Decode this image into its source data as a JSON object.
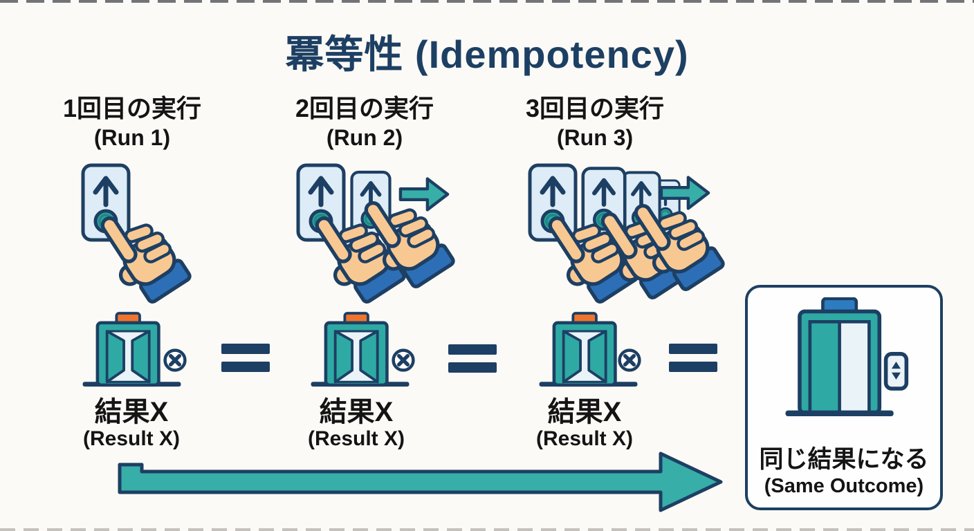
{
  "title": "冪等性 (Idempotency)",
  "columns": [
    {
      "heading": "1回目の実行",
      "sub": "(Run 1)",
      "result": "結果X",
      "result_sub": "(Result X)"
    },
    {
      "heading": "2回目の実行",
      "sub": "(Run 2)",
      "result": "結果X",
      "result_sub": "(Result X)"
    },
    {
      "heading": "3回目の実行",
      "sub": "(Run 3)",
      "result": "結果X",
      "result_sub": "(Result X)"
    }
  ],
  "outcome": {
    "label": "同じ結果になる",
    "sub": "(Same Outcome)"
  },
  "icons": {
    "button_panel": "elevator-up-button-panel",
    "hand": "pressing-hand",
    "small_arrow": "right-arrow",
    "elevator_open": "elevator-doors-open",
    "badge": "circled-x",
    "elevator_closed": "elevator-doors-closed",
    "big_arrow": "same-outcome-arrow"
  },
  "colors": {
    "navy": "#1d3f63",
    "teal": "#2fa9a4",
    "tealarrow": "#38aea8",
    "skin": "#f8c893",
    "sleeve": "#2d6fb7",
    "orange": "#f0742e",
    "panel": "#ddecf6",
    "capblue": "#2e7cc0",
    "light": "#eaf3f8",
    "ink": "#141414",
    "bg": "#fcfaf6"
  }
}
